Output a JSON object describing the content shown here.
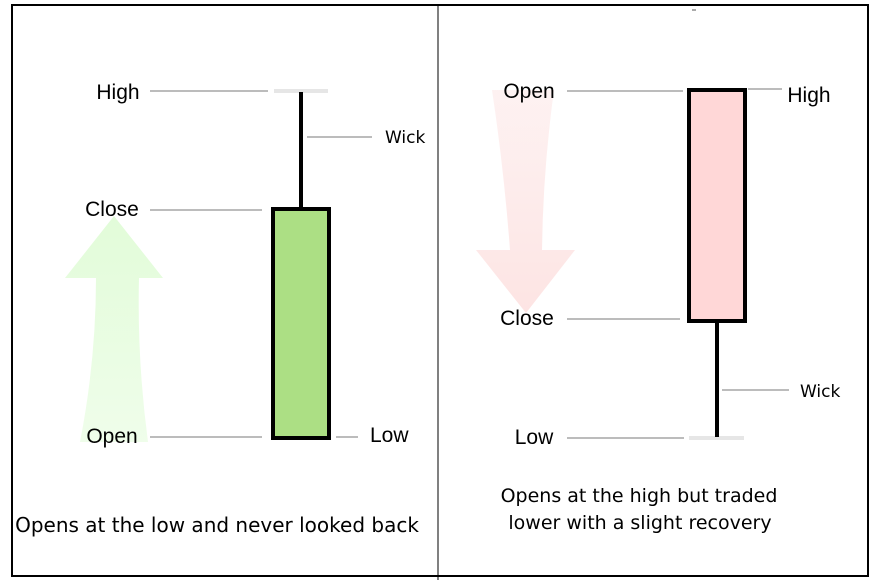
{
  "left": {
    "labels": {
      "high": "High",
      "close": "Close",
      "open": "Open",
      "low": "Low",
      "wick": "Wick"
    },
    "caption": "Opens at the low and never looked back",
    "body_color": "#acdf84",
    "arrow_color": "#e2fcd9"
  },
  "right": {
    "labels": {
      "open": "Open",
      "high": "High",
      "close": "Close",
      "wick": "Wick",
      "low": "Low"
    },
    "caption_line1": "Opens at the high but traded",
    "caption_line2": "lower with a slight recovery",
    "body_color": "#ffd7d7",
    "arrow_color": "#fde4e3"
  },
  "colors": {
    "guide": "#a6a6a6",
    "stroke": "#000000",
    "tick": "#e6e6e6"
  }
}
